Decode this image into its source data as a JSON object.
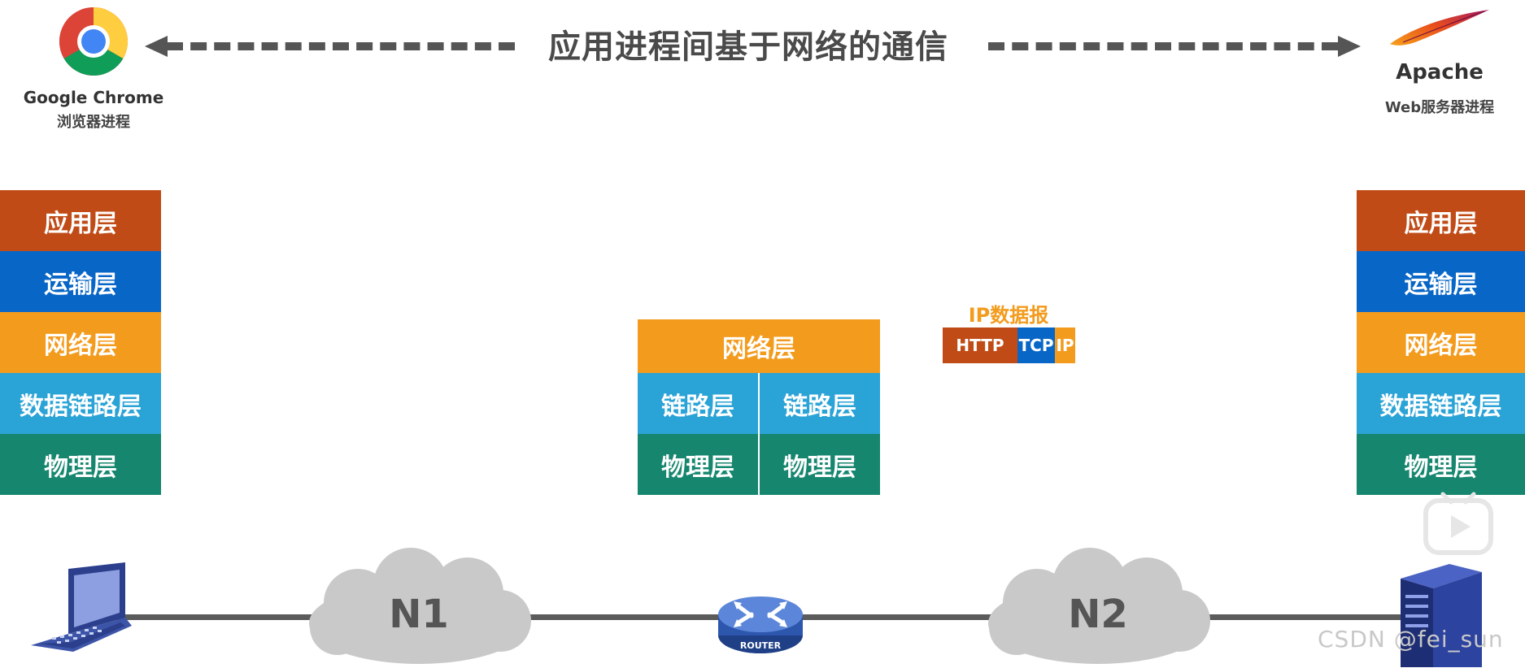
{
  "title": "应用进程间基于网络的通信",
  "client": {
    "name": "Google Chrome",
    "subtitle": "浏览器进程"
  },
  "server": {
    "name": "Apache",
    "subtitle": "Web服务器进程"
  },
  "client_stack": [
    {
      "label": "应用层",
      "color": "#C04B17"
    },
    {
      "label": "运输层",
      "color": "#0866C7"
    },
    {
      "label": "网络层",
      "color": "#F39B1D"
    },
    {
      "label": "数据链路层",
      "color": "#2AA3D6"
    },
    {
      "label": "物理层",
      "color": "#16866F"
    }
  ],
  "server_stack": [
    {
      "label": "应用层",
      "color": "#C04B17"
    },
    {
      "label": "运输层",
      "color": "#0866C7"
    },
    {
      "label": "网络层",
      "color": "#F39B1D"
    },
    {
      "label": "数据链路层",
      "color": "#2AA3D6"
    },
    {
      "label": "物理层",
      "color": "#16866F"
    }
  ],
  "router_stack": {
    "network": {
      "label": "网络层",
      "color": "#F39B1D"
    },
    "link": [
      {
        "label": "链路层"
      },
      {
        "label": "链路层"
      }
    ],
    "physical": [
      {
        "label": "物理层"
      },
      {
        "label": "物理层"
      }
    ],
    "link_color": "#2AA3D6",
    "physical_color": "#16866F"
  },
  "datagram": {
    "label": "IP数据报",
    "label_color": "#F39B1D",
    "parts": [
      {
        "label": "HTTP",
        "color": "#C04B17"
      },
      {
        "label": "TCP",
        "color": "#0866C7"
      },
      {
        "label": "IP",
        "color": "#F39B1D"
      }
    ]
  },
  "networks": [
    {
      "label": "N1"
    },
    {
      "label": "N2"
    }
  ],
  "router_label": "ROUTER",
  "watermark": "CSDN @fei_sun"
}
